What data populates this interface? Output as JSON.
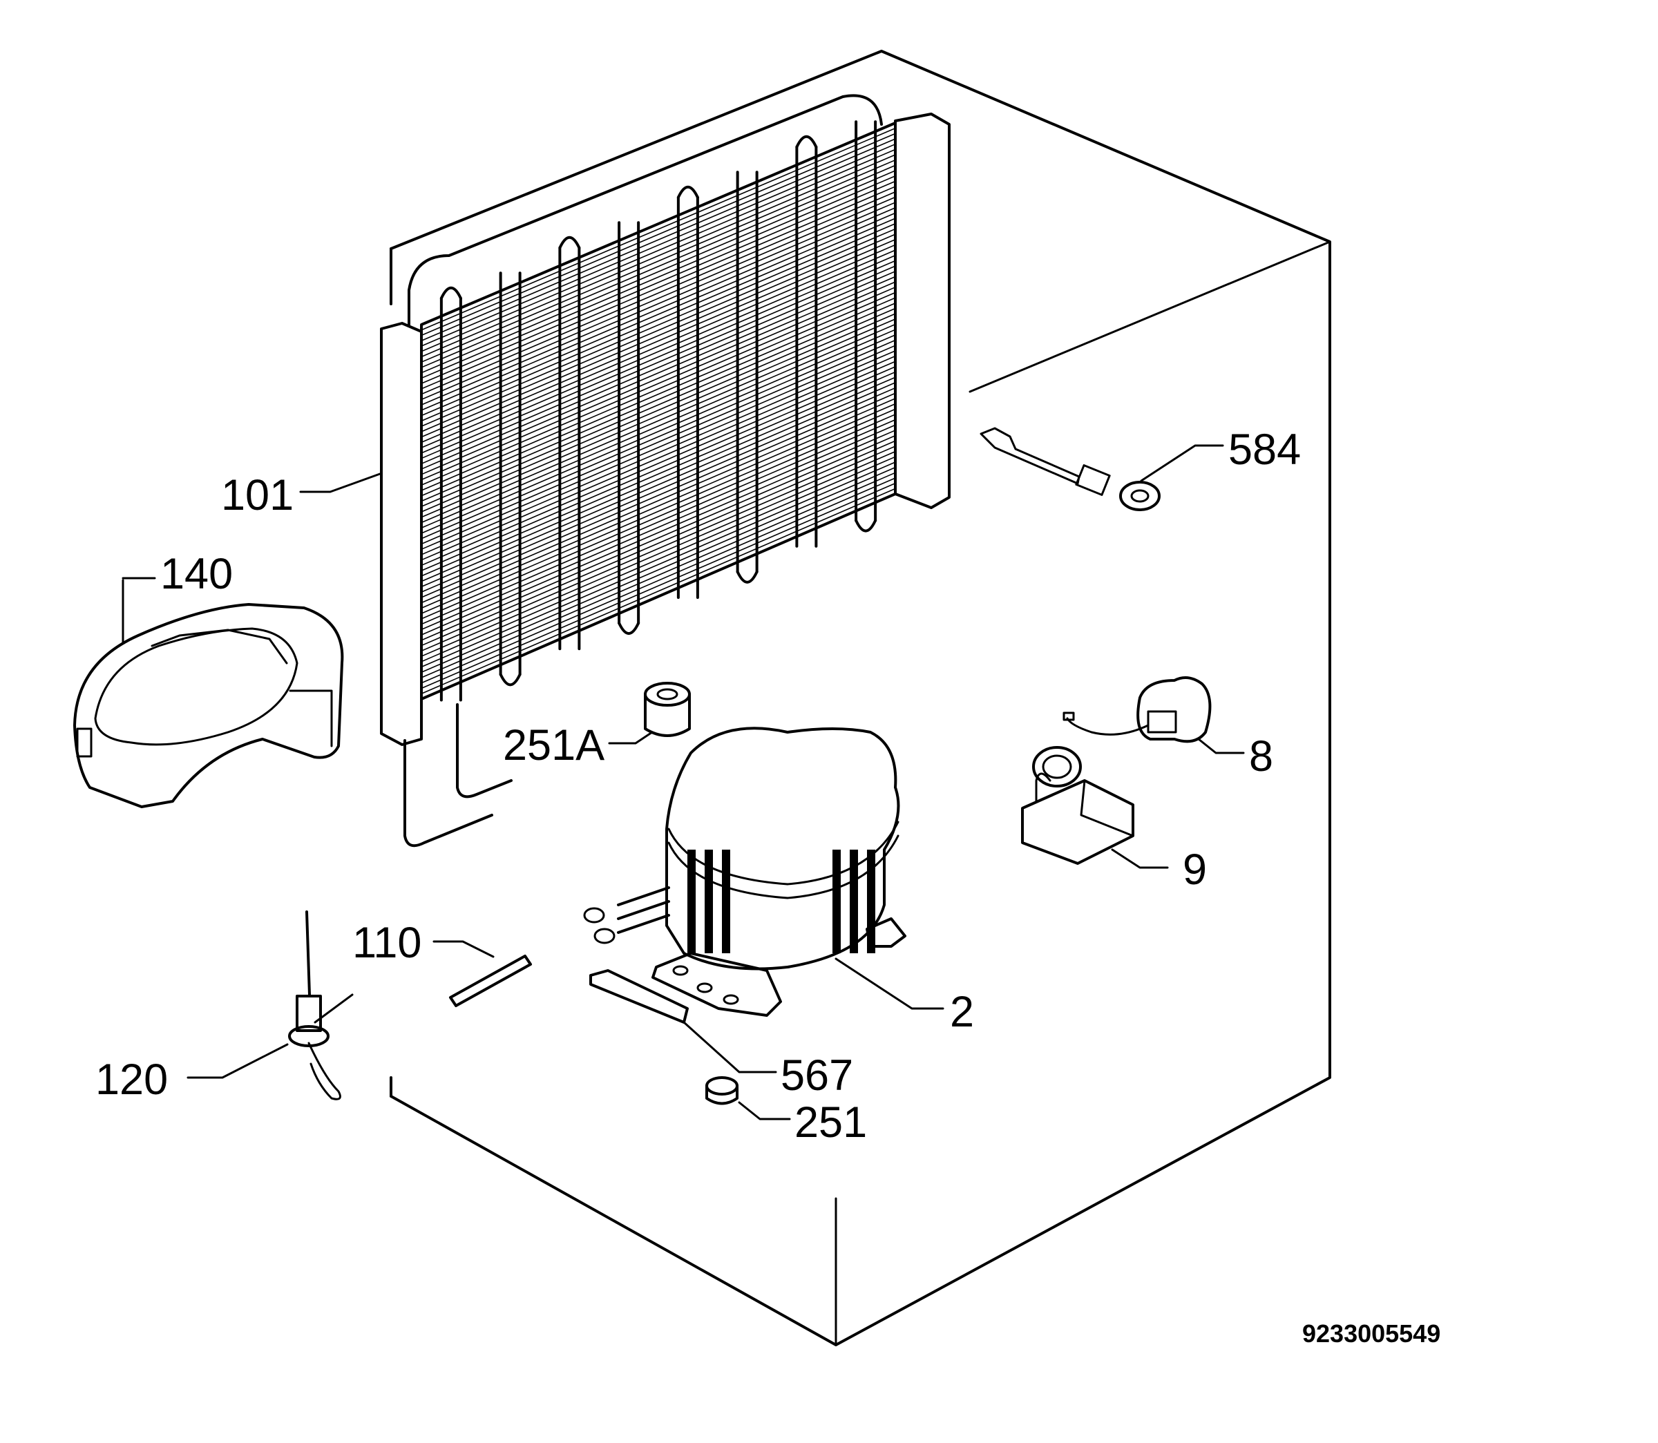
{
  "colors": {
    "ink": "#000000",
    "paper": "#ffffff"
  },
  "labels": {
    "l101": "101",
    "l140": "140",
    "l584": "584",
    "l251a": "251A",
    "l8": "8",
    "l9": "9",
    "l110": "110",
    "l2": "2",
    "l120": "120",
    "l567": "567",
    "l251": "251"
  },
  "doc_number": "9233005549"
}
